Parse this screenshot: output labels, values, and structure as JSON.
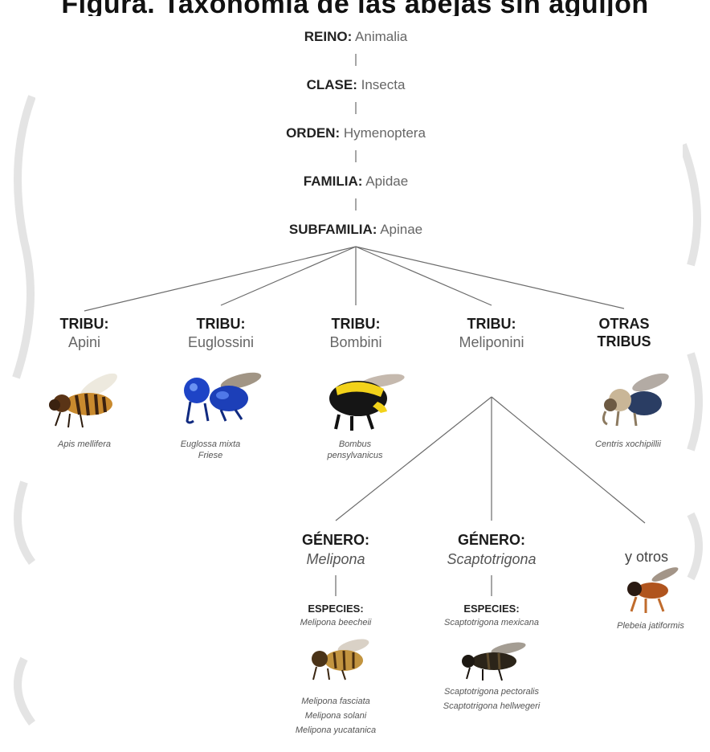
{
  "title": "Figura. Taxonomía de las abejas sin aguijón",
  "ranks": [
    {
      "label": "REINO:",
      "value": "Animalia"
    },
    {
      "label": "CLASE:",
      "value": "Insecta"
    },
    {
      "label": "ORDEN:",
      "value": "Hymenoptera"
    },
    {
      "label": "FAMILIA:",
      "value": "Apidae"
    },
    {
      "label": "SUBFAMILIA:",
      "value": "Apinae"
    }
  ],
  "tribes": [
    {
      "label": "TRIBU:",
      "name": "Apini",
      "species": "Apis mellifera",
      "image": "honeybee-icon"
    },
    {
      "label": "TRIBU:",
      "name": "Euglossini",
      "species": "Euglossa mixta Friese",
      "image": "orchid-bee-icon"
    },
    {
      "label": "TRIBU:",
      "name": "Bombini",
      "species": "Bombus pensylvanicus",
      "image": "bumblebee-icon"
    },
    {
      "label": "TRIBU:",
      "name": "Meliponini"
    },
    {
      "label": "OTRAS",
      "name": "TRIBUS",
      "species": "Centris xochipillii",
      "image": "centris-bee-icon"
    }
  ],
  "genera": [
    {
      "label": "GÉNERO:",
      "name": "Melipona",
      "species_label": "ESPECIES:",
      "species_top": "Melipona beecheii",
      "species_bottom": [
        "Melipona fasciata",
        "Melipona solani",
        "Melipona yucatanica"
      ]
    },
    {
      "label": "GÉNERO:",
      "name": "Scaptotrigona",
      "species_label": "ESPECIES:",
      "species_top": "Scaptotrigona mexicana",
      "species_bottom": [
        "Scaptotrigona pectoralis",
        "Scaptotrigona hellwegeri"
      ]
    }
  ],
  "others": {
    "label": "y otros",
    "species": "Plebeia jatiformis"
  },
  "colors": {
    "line": "#6b6b6b",
    "value_text": "#666666"
  }
}
